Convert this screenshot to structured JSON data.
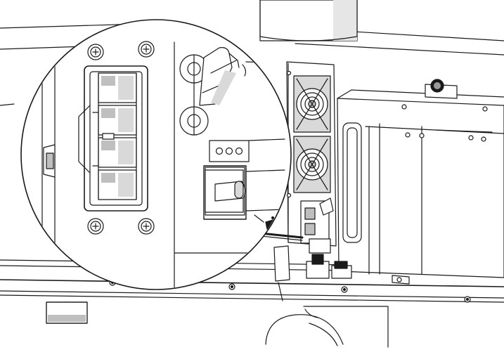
{
  "figure": {
    "kind": "technical line drawing",
    "palette": {
      "ink": "#1a1a1a",
      "fill_light": "#ffffff",
      "fill_gray": "#d9d9d9",
      "fill_mid": "#bfbfbf",
      "fill_dark": "#9a9a9a",
      "duct_gray": "#e6e6e6"
    },
    "parts": [
      "chassis-panel",
      "top-duct",
      "bottom-duct",
      "fan-upper",
      "fan-lower",
      "power-supply-module",
      "detail-magnifier",
      "connector-block",
      "cable-clip",
      "led-indicator-block",
      "handle-latch"
    ]
  }
}
